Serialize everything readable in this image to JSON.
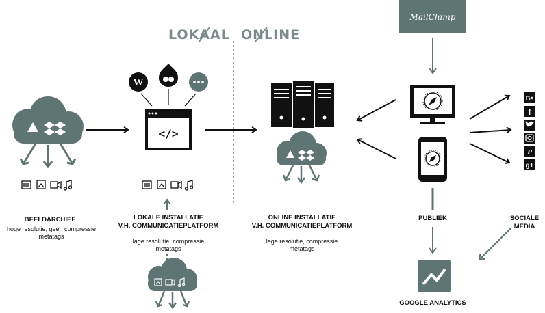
{
  "header": {
    "left": "LOKAAL",
    "right": "ONLINE"
  },
  "mailchimp": {
    "label": "MailChimp"
  },
  "beeldarchief": {
    "title": "BEELDARCHIEF",
    "line1": "hoge resolutie, geen compressie",
    "line2": "metatags"
  },
  "lokale": {
    "title1": "LOKALE INSTALLATIE",
    "title2": "V.H. COMMUNICATIEPLATFORM",
    "line1": "lage resolutie, compressie",
    "line2": "metatags"
  },
  "online": {
    "title1": "ONLINE INSTALLATIE",
    "title2": "V.H. COMMUNICATIEPLATFORM",
    "line1": "lage resolutie, compressie",
    "line2": "metatags"
  },
  "publiek": {
    "label": "PUBLIEK"
  },
  "sociale": {
    "line1": "SOCIALE",
    "line2": "MEDIA"
  },
  "analytics": {
    "label": "GOOGLE ANALYTICS"
  },
  "social_icons": {
    "behance": "Bē",
    "facebook": "f",
    "googleplus": "g+",
    "pinterest": "P"
  },
  "colors": {
    "accent": "#5e7574",
    "header": "#7b8a8a",
    "ink": "#111111"
  }
}
